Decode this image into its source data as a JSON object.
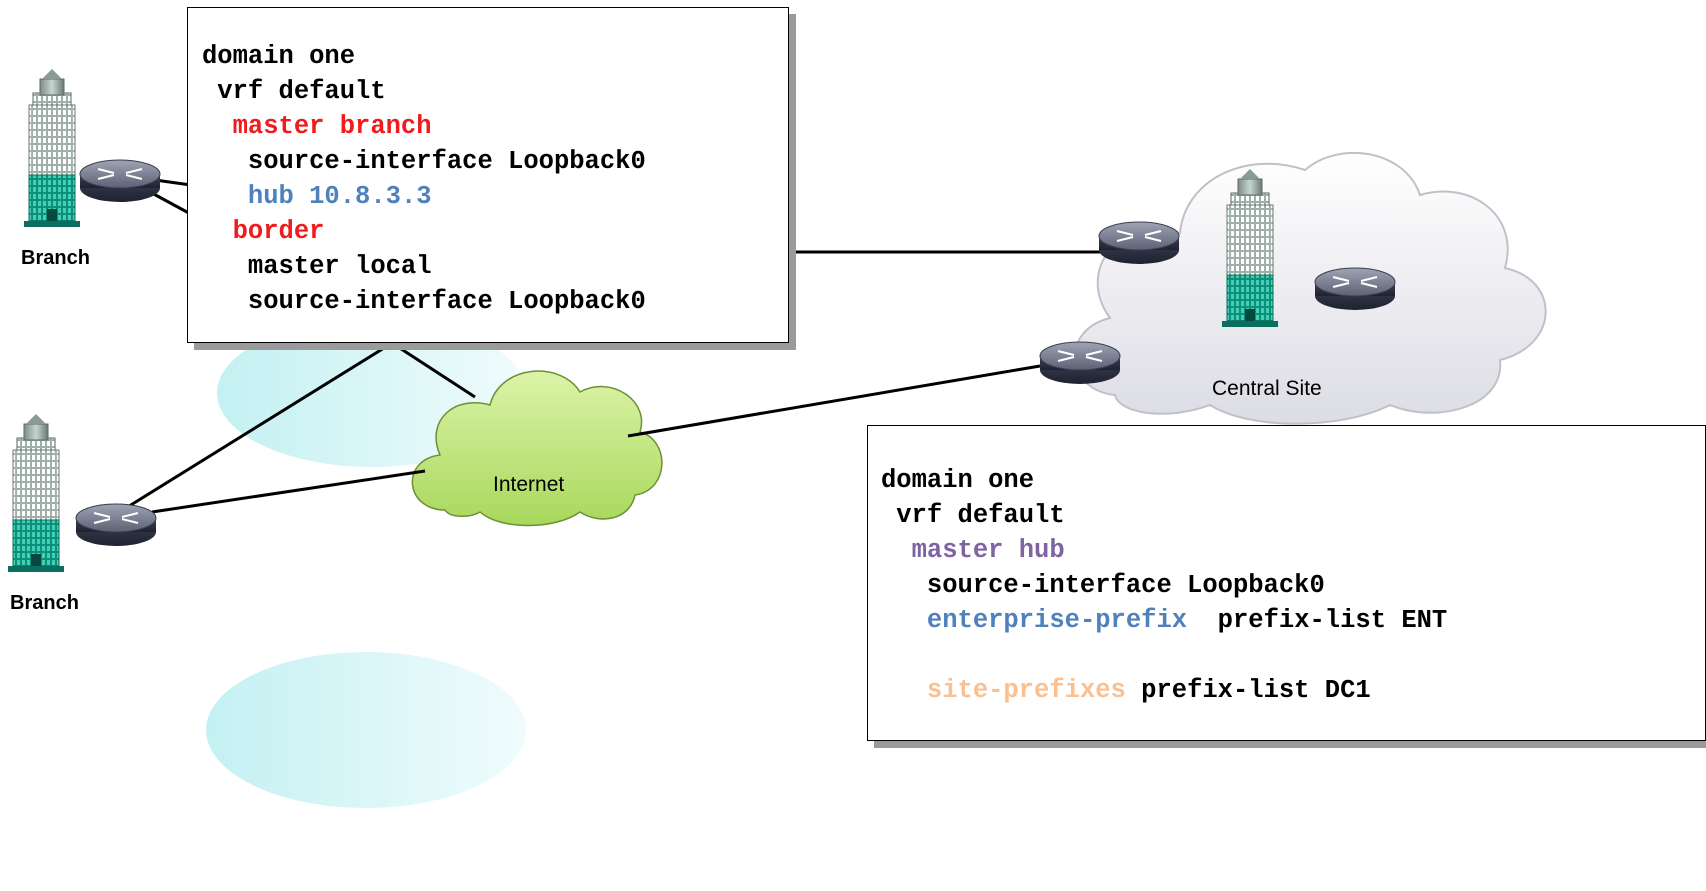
{
  "labels": {
    "branch_top": "Branch",
    "branch_bottom": "Branch",
    "internet": "Internet",
    "central_site": "Central Site"
  },
  "branch_config": {
    "lines": [
      [
        "domain one"
      ],
      [
        " vrf default"
      ],
      [
        "  ",
        "master branch"
      ],
      [
        "   source-interface Loopback0"
      ],
      [
        "   ",
        "hub 10.8.3.3"
      ],
      [
        "  ",
        "border"
      ],
      [
        "   master local"
      ],
      [
        "   source-interface Loopback0"
      ]
    ]
  },
  "hub_config": {
    "lines": [
      [
        "domain one"
      ],
      [
        " vrf default"
      ],
      [
        "  ",
        "master hub"
      ],
      [
        "   source-interface Loopback0"
      ],
      [
        "   ",
        "enterprise-prefix",
        "  prefix-list ENT"
      ],
      [
        ""
      ],
      [
        "   ",
        "site-prefixes",
        " prefix-list DC1"
      ]
    ]
  },
  "colors": {
    "keyword_red": "#ee1c1c",
    "keyword_blue": "#4f81bd",
    "keyword_purple": "#8064a2",
    "keyword_orange": "#fac090",
    "internet_cloud": "#c8e88a",
    "central_cloud": "#eeeef2",
    "site_ellipse": "#c6f0f2"
  },
  "icons": [
    "router-icon",
    "building-icon",
    "cloud-icon"
  ]
}
